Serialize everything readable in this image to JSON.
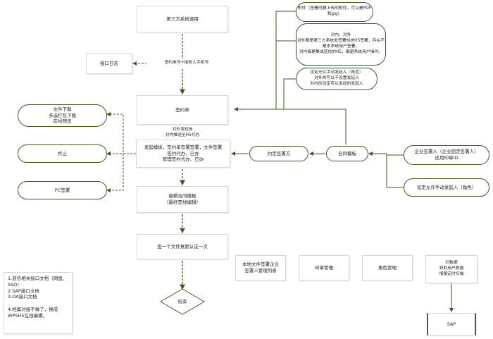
{
  "nodes": {
    "third_party": "第三方系统调用",
    "api_log": "接口日志",
    "attachment": "附件（签署时要上传的附件，可以是PDF和jpg）",
    "internal_external": "对内、对外\n对外都是第三方系统发签署短信H5签署，存在不是本系统用户签署。\n对内都是集成蓝信的H5，都是系统用户操作。",
    "set_allow_initiator": "设定允许手动发起人（角色）\n对外的可以不设置发起人\n对内的设定可以发起的发起人",
    "contract": "签约单",
    "file_download": "文件下载\n多选打包下载\n在线预览",
    "terminate": "终止",
    "pc_sign": "PC签署",
    "process": "发起模板，签约单签署签署，文件签署\n签约代办、已办\n管理签约代办、已办",
    "agree_party": "约定签署方",
    "contract_template": "合同模板",
    "enterprise_signer": "企业签署人（企业固定签署人）\n适用印章ID",
    "set_initiator_role": "设定允许手动发起人（角色）",
    "edit_template": "编辑合同模板\n（最好是线编辑）",
    "one_doc_auth": "签一个文件意愿认证一次",
    "end": "结束",
    "local_signer_list": "本地文件签署企业\n签署人管理列表",
    "seal_mgmt": "印章管理",
    "role_mgmt": "角色管理",
    "scan_data": "扫数据\n获取用户数据\n增量定时扫描",
    "sap": "SAP",
    "notes": "1.蓝信相关接口文档（网盘、SSO）\n2.SAP接口文档\n3.OA接口文档\n\n4.档案对接不做了，换成WPSH5在线编辑。"
  },
  "edges": {
    "log_label": "签约单号+接收人手机号",
    "sms_label": "对外发短信\n对内推送至H5代办"
  },
  "colors": {
    "line": "#3d5a2a",
    "dash": "#4a6b2e",
    "border": "#d8d8d8"
  }
}
